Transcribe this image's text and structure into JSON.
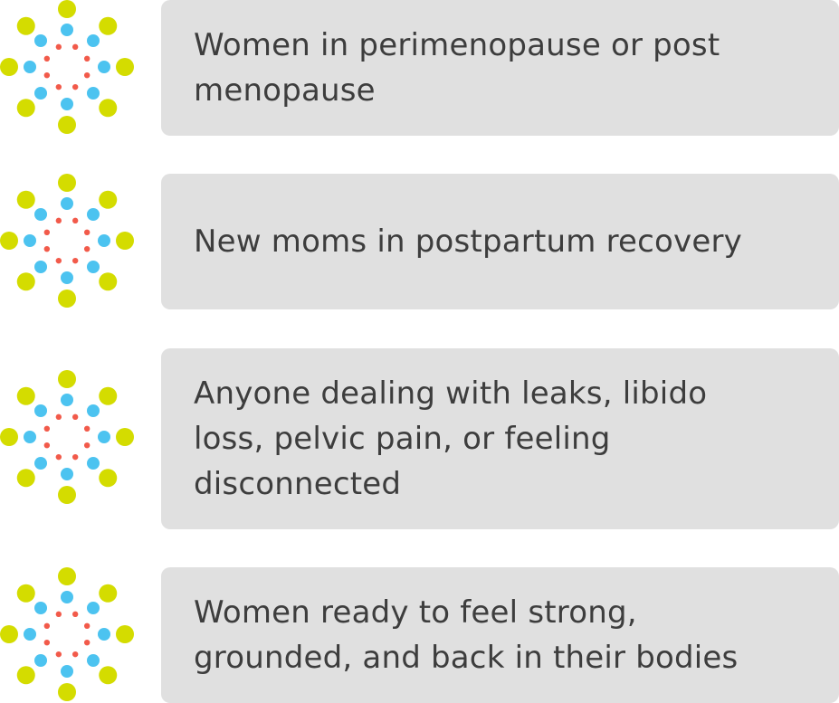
{
  "colors": {
    "outer_dot": "#d4dc00",
    "middle_dot": "#4cc3f0",
    "inner_dot": "#f25a4a",
    "card_bg": "#e0e0e0",
    "text": "#3d3d3d"
  },
  "list": {
    "items": [
      {
        "icon": "burst-dots-icon",
        "text": "Women in perimenopause or post menopause"
      },
      {
        "icon": "burst-dots-icon",
        "text": "New moms in postpartum recovery"
      },
      {
        "icon": "burst-dots-icon",
        "text": "Anyone dealing with leaks, libido loss, pelvic pain, or feeling disconnected"
      },
      {
        "icon": "burst-dots-icon",
        "text": "Women ready to feel strong, grounded, and back in their bodies"
      }
    ]
  }
}
